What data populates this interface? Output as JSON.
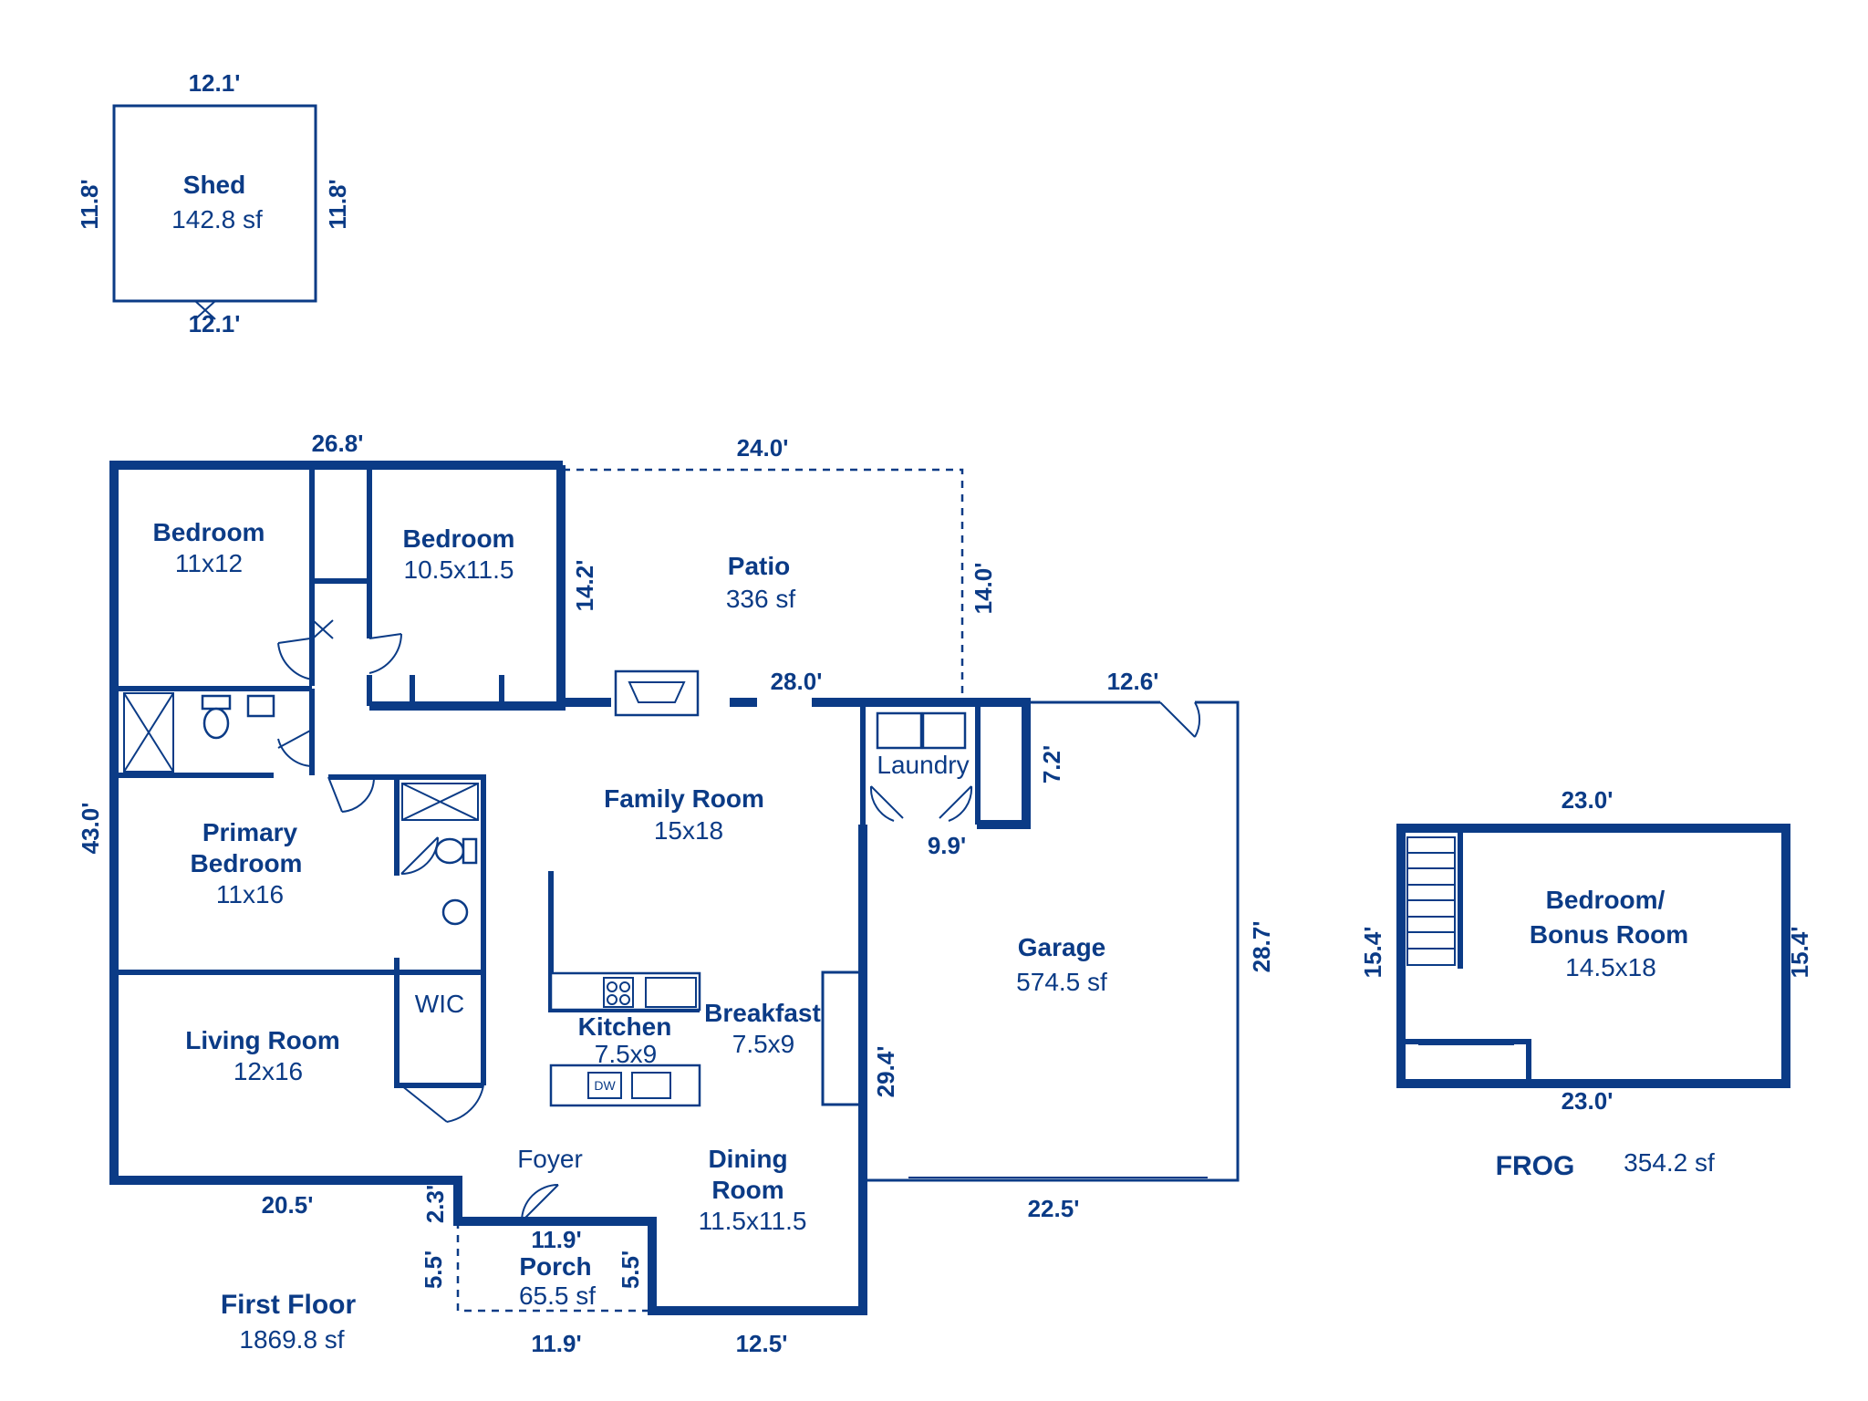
{
  "colors": {
    "accent": "#0b3b86",
    "background": "#ffffff"
  },
  "shed": {
    "name": "Shed",
    "area": "142.8 sf",
    "dims": {
      "top": "12.1'",
      "bottom": "12.1'",
      "left": "11.8'",
      "right": "11.8'"
    }
  },
  "first_floor": {
    "caption": "First Floor",
    "area": "1869.8 sf",
    "rooms": {
      "bedroom_1": {
        "name": "Bedroom",
        "size": "11x12"
      },
      "bedroom_2": {
        "name": "Bedroom",
        "size": "10.5x11.5"
      },
      "patio": {
        "name": "Patio",
        "size": "336 sf"
      },
      "primary_bedroom": {
        "name_line1": "Primary",
        "name_line2": "Bedroom",
        "size": "11x16"
      },
      "family_room": {
        "name": "Family Room",
        "size": "15x18"
      },
      "laundry": {
        "name": "Laundry"
      },
      "garage": {
        "name": "Garage",
        "size": "574.5 sf"
      },
      "wic": {
        "name": "WIC"
      },
      "living_room": {
        "name": "Living Room",
        "size": "12x16"
      },
      "kitchen": {
        "name": "Kitchen",
        "size": "7.5x9"
      },
      "breakfast": {
        "name": "Breakfast",
        "size": "7.5x9"
      },
      "foyer": {
        "name": "Foyer"
      },
      "dining_room": {
        "name_line1": "Dining",
        "name_line2": "Room",
        "size": "11.5x11.5"
      },
      "porch": {
        "name": "Porch",
        "size": "65.5 sf"
      }
    },
    "dims": {
      "top_house": "26.8'",
      "patio_top": "24.0'",
      "patio_left": "14.2'",
      "patio_right": "14.0'",
      "patio_bottom": "28.0'",
      "garage_top": "12.6'",
      "laundry_right": "7.2'",
      "laundry_bottom": "9.9'",
      "left_side": "43.0'",
      "garage_right": "28.7'",
      "garage_left": "29.4'",
      "bottom_left": "20.5'",
      "foyer_step": "2.3'",
      "porch_top": "11.9'",
      "porch_left": "5.5'",
      "porch_right": "5.5'",
      "porch_bottom": "11.9'",
      "dining_bottom": "12.5'",
      "garage_bottom": "22.5'"
    },
    "fixture_labels": {
      "dishwasher": "DW"
    }
  },
  "frog": {
    "caption": "FROG",
    "area": "354.2 sf",
    "room": {
      "name_line1": "Bedroom/",
      "name_line2": "Bonus Room",
      "size": "14.5x18"
    },
    "dims": {
      "top": "23.0'",
      "bottom": "23.0'",
      "left": "15.4'",
      "right": "15.4'"
    }
  }
}
